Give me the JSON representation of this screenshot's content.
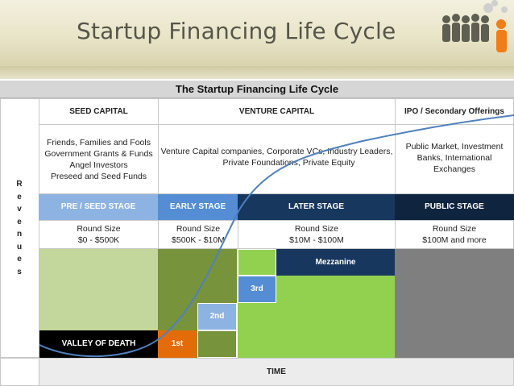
{
  "header": {
    "title": "Startup Financing Life Cycle"
  },
  "table": {
    "title": "The Startup Financing Life Cycle",
    "y_axis_letters": [
      "R",
      "e",
      "v",
      "e",
      "n",
      "u",
      "e",
      "s"
    ],
    "x_axis_label": "TIME",
    "columns": [
      {
        "heading": "SEED CAPITAL",
        "sources": [
          "Friends, Families and Fools",
          "Government Grants & Funds",
          "Angel Investors",
          "Preseed and Seed Funds"
        ]
      },
      {
        "heading": "VENTURE CAPITAL",
        "sources": [
          "Venture Capital companies, Corporate VCs, Industry Leaders,",
          "Private Foundations, Private Equity"
        ]
      },
      {
        "heading": "IPO / Secondary Offerings",
        "sources": [
          "Public Market, Investment",
          "Banks, International",
          "Exchanges"
        ]
      }
    ],
    "stages": [
      {
        "label": "PRE / SEED STAGE",
        "round_label": "Round Size",
        "round_range": "$0 - $500K",
        "color": "#8db3e2"
      },
      {
        "label": "EARLY STAGE",
        "round_label": "Round Size",
        "round_range": "$500K - $10M",
        "color": "#548dd4"
      },
      {
        "label": "LATER STAGE",
        "round_label": "Round Size",
        "round_range": "$10M - $100M",
        "color": "#17375e"
      },
      {
        "label": "PUBLIC STAGE",
        "round_label": "Round Size",
        "round_range": "$100M and more",
        "color": "#0f243e"
      }
    ],
    "blocks": {
      "valley": "VALLEY OF DEATH",
      "first": "1st",
      "second": "2nd",
      "third": "3rd",
      "mezzanine": "Mezzanine"
    }
  },
  "colors": {
    "seed_area": "#c3d69b",
    "early_area": "#77933c",
    "later_area": "#92d050",
    "public_area": "#7f7f7f",
    "valley": "#000000",
    "first_round": "#e36c09",
    "second_third": "#8db3e2",
    "mezzanine": "#17375e",
    "curve": "#4f81bd"
  }
}
